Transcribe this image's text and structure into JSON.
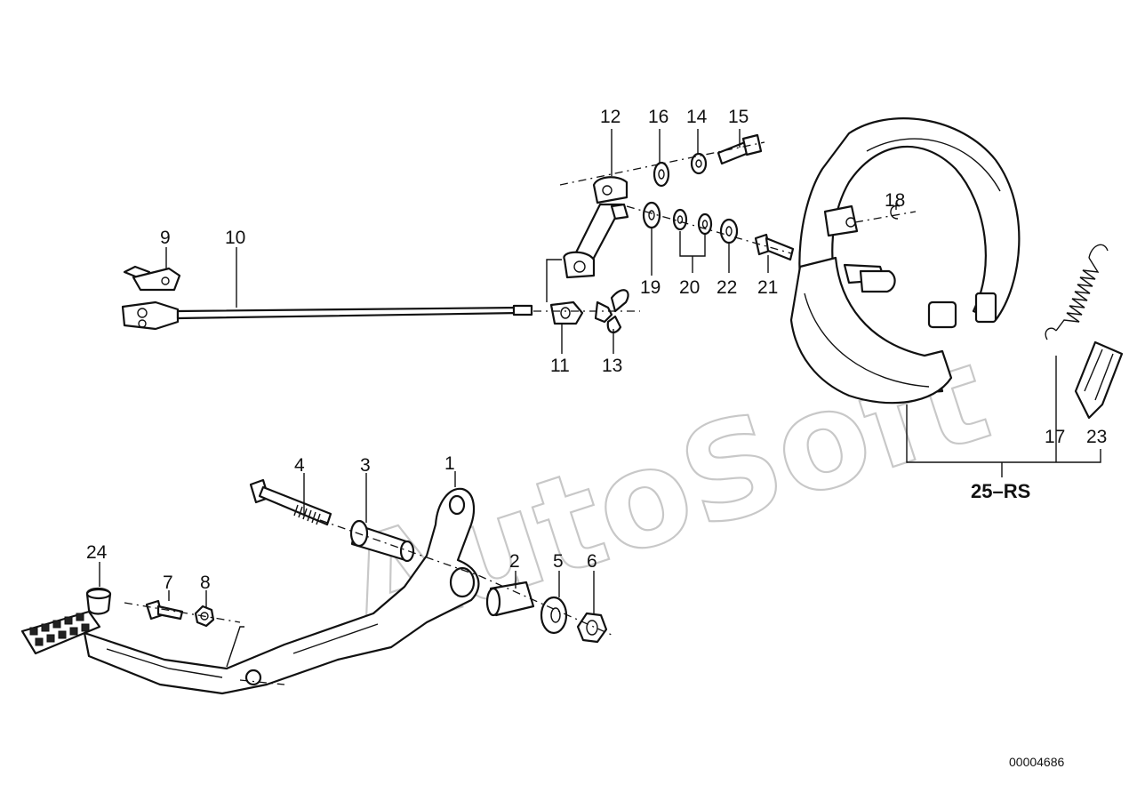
{
  "watermark": "AutoSoft",
  "document_number": "00004686",
  "callouts": {
    "c1": "1",
    "c2": "2",
    "c3": "3",
    "c4": "4",
    "c5": "5",
    "c6": "6",
    "c7": "7",
    "c8": "8",
    "c9": "9",
    "c10": "10",
    "c11": "11",
    "c12": "12",
    "c13": "13",
    "c14": "14",
    "c15": "15",
    "c16": "16",
    "c17": "17",
    "c18": "18",
    "c19": "19",
    "c20": "20",
    "c21": "21",
    "c22": "22",
    "c23": "23",
    "c24": "24",
    "c25": "25–RS"
  }
}
